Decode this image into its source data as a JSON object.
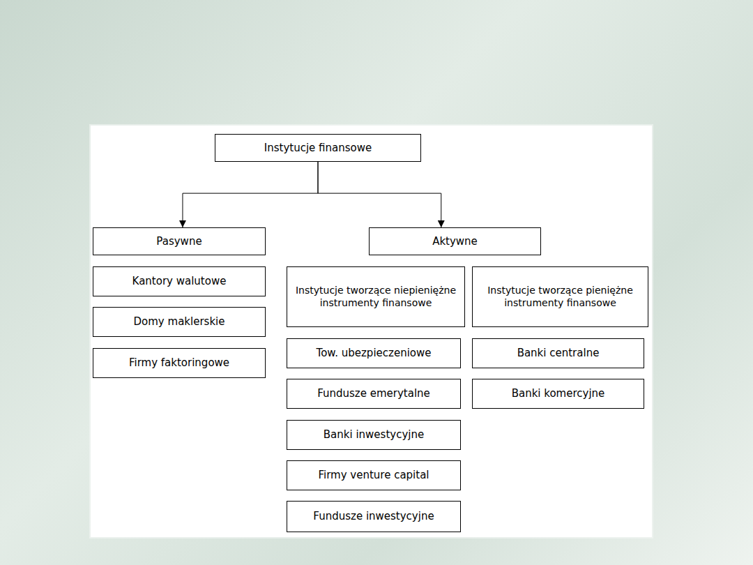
{
  "diagram": {
    "nodes": [
      {
        "text": [
          "Instytucje finansowe"
        ]
      },
      {
        "text": [
          "Pasywne"
        ]
      },
      {
        "text": [
          "Kantory walutowe"
        ]
      },
      {
        "text": [
          "Domy maklerskie"
        ]
      },
      {
        "text": [
          "Firmy faktoringowe"
        ]
      },
      {
        "text": [
          "Aktywne"
        ]
      },
      {
        "text": [
          "Instytucje tworzące niepieniężne instrumenty finansowe"
        ]
      },
      {
        "text": [
          "Instytucje tworzące pieniężne instrumenty finansowe"
        ]
      },
      {
        "text": [
          "Tow. ubezpieczeniowe"
        ]
      },
      {
        "text": [
          "Fundusze emerytalne"
        ]
      },
      {
        "text": [
          "Banki inwestycyjne"
        ]
      },
      {
        "text": [
          "Firmy venture capital"
        ]
      },
      {
        "text": [
          "Fundusze inwestycyjne"
        ]
      },
      {
        "text": [
          "Banki centralne"
        ]
      },
      {
        "text": [
          "Banki komercyjne"
        ]
      }
    ],
    "edges": [
      {
        "from": 0,
        "to": 1,
        "arrow": "to"
      },
      {
        "from": 0,
        "to": 5,
        "arrow": "to"
      }
    ]
  }
}
